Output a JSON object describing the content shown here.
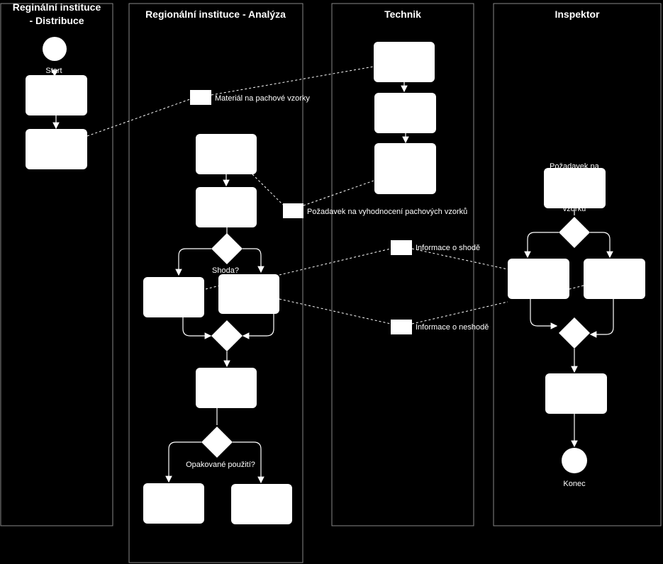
{
  "lanes": [
    {
      "title_line1": "Reginální instituce",
      "title_line2": "- Distribuce"
    },
    {
      "title": "Regionální instituce - Analýza"
    },
    {
      "title": "Technik"
    },
    {
      "title": "Inspektor"
    }
  ],
  "labels": {
    "start": "Start",
    "end": "Konec",
    "decision_match": "Shoda?",
    "decision_reuse": "Opakované použití?",
    "inspector_request_line1": "Požadavek na",
    "inspector_request_line2": "vzorku"
  },
  "objects": {
    "material": "Materiál na pachové vzorky",
    "evaluation_request": "Požadavek na vyhodnocení pachových vzorků",
    "match_info": "Informace o shodě",
    "mismatch_info": "Informace o neshodě"
  },
  "colors": {
    "background": "#000000",
    "foreground": "#ffffff",
    "lane_border": "#888888"
  }
}
